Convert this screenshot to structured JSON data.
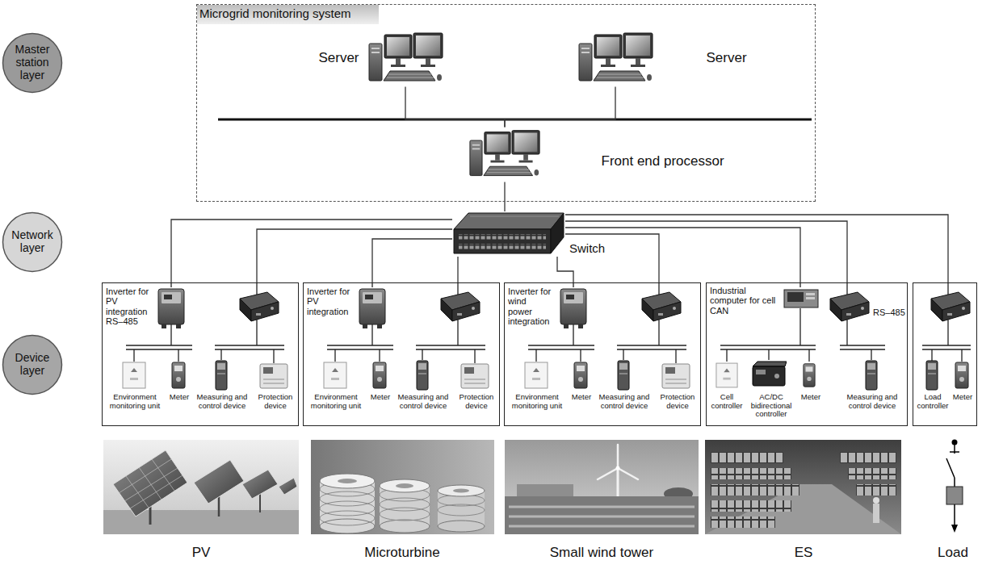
{
  "diagram": {
    "nodes": [
      {
        "text": [
          "Master station layer"
        ]
      },
      {
        "text": [
          "Microgrid monitoring system"
        ]
      },
      {
        "text": [
          "Server"
        ],
        "in": 1
      },
      {
        "text": [
          "Server"
        ],
        "in": 1
      },
      {
        "text": [
          "Front end processor"
        ],
        "in": 1
      },
      {
        "text": [
          "Network layer"
        ]
      },
      {
        "text": [
          "Switch"
        ]
      },
      {
        "text": [
          "Device layer"
        ]
      },
      {
        "text": [
          "Inverter for PV integration RS–485",
          "Environment monitoring unit",
          "Meter",
          "Measuring and control device",
          "Protection device"
        ]
      },
      {
        "text": [
          "Inverter for PV integration",
          "Environment monitoring unit",
          "Meter",
          "Measuring and control device",
          "Protection device"
        ]
      },
      {
        "text": [
          "Inverter for wind power integration",
          "Environment monitoring unit",
          "Meter",
          "Measuring and control device",
          "Protection device"
        ]
      },
      {
        "text": [
          "Industrial computer for cell CAN",
          "RS–485",
          "Cell controller",
          "AC/DC bidirectional controller",
          "Meter",
          "Measuring and control device"
        ]
      },
      {
        "text": [
          "Load controller",
          "Meter"
        ]
      }
    ],
    "edges": [
      {
        "from": 2,
        "to": 4,
        "arrow": "none"
      },
      {
        "from": 3,
        "to": 4,
        "arrow": "none"
      },
      {
        "from": 4,
        "to": 6,
        "arrow": "none"
      },
      {
        "from": 6,
        "to": 8,
        "arrow": "none"
      },
      {
        "from": 6,
        "to": 8,
        "arrow": "none"
      },
      {
        "from": 6,
        "to": 9,
        "arrow": "none"
      },
      {
        "from": 6,
        "to": 9,
        "arrow": "none"
      },
      {
        "from": 6,
        "to": 10,
        "arrow": "none"
      },
      {
        "from": 6,
        "to": 10,
        "arrow": "none"
      },
      {
        "from": 6,
        "to": 11,
        "arrow": "none"
      },
      {
        "from": 6,
        "to": 11,
        "arrow": "none"
      },
      {
        "from": 6,
        "to": 12,
        "arrow": "none"
      }
    ],
    "labels": [
      "PV",
      "Microturbine",
      "Small wind tower",
      "ES",
      "Load"
    ]
  }
}
